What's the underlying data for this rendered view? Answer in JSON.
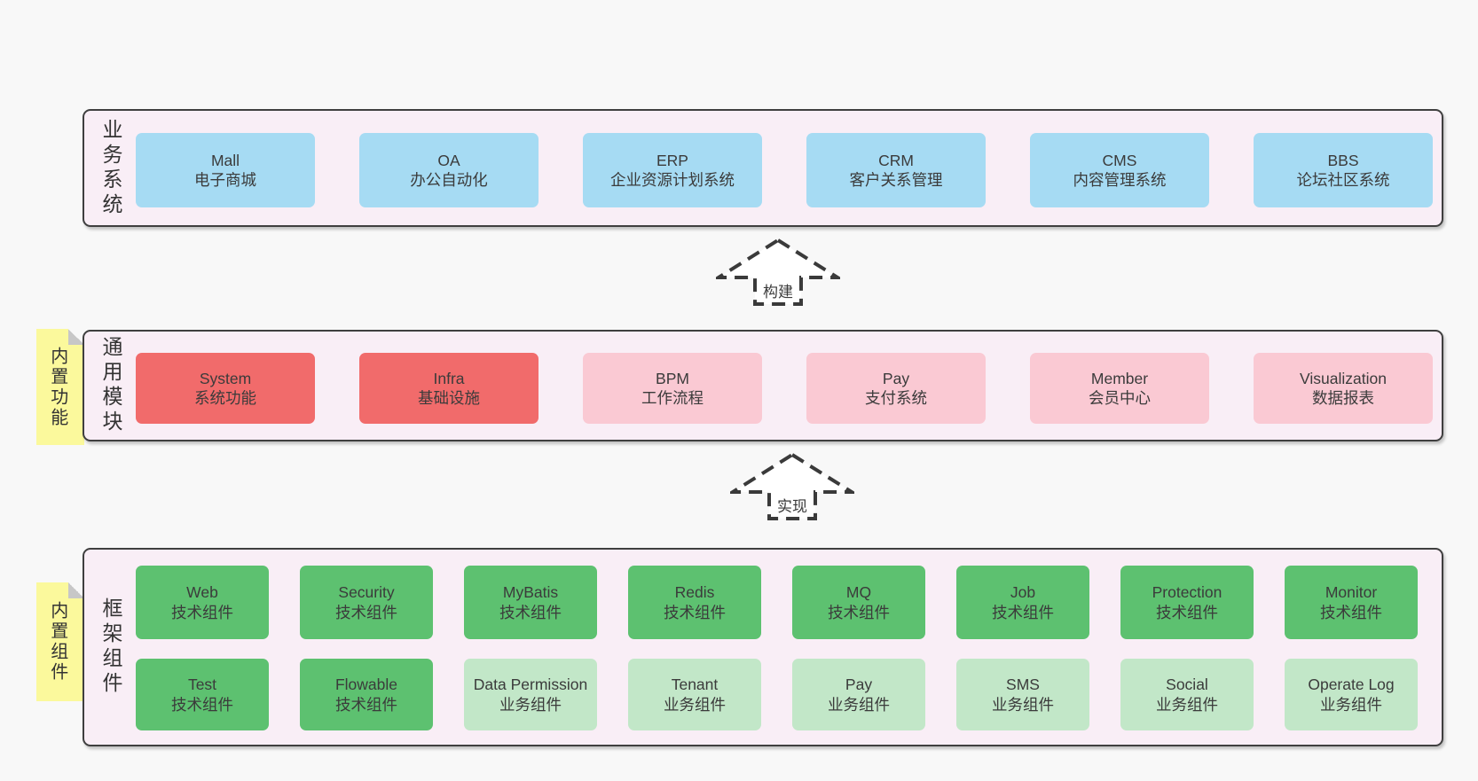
{
  "colors": {
    "page_bg": "#f8f8f8",
    "panel_bg": "#f9eef6",
    "panel_border": "#3f3f3f",
    "business_box_blue": "#a6dbf3",
    "module_core_box_red": "#f16b6b",
    "module_box_pink": "#fac9d3",
    "tech_component_green": "#5dc170",
    "biz_component_lightgreen": "#c2e7c8",
    "sticky_note_yellow": "#fbf99c",
    "text": "#3b3b3b"
  },
  "layers": [
    {
      "id": "business",
      "label": "业务系统",
      "rows": [
        [
          {
            "en": "Mall",
            "zh": "电子商城"
          },
          {
            "en": "OA",
            "zh": "办公自动化"
          },
          {
            "en": "ERP",
            "zh": "企业资源计划系统"
          },
          {
            "en": "CRM",
            "zh": "客户关系管理"
          },
          {
            "en": "CMS",
            "zh": "内容管理系统"
          },
          {
            "en": "BBS",
            "zh": "论坛社区系统"
          }
        ]
      ]
    },
    {
      "id": "modules",
      "label": "通用模块",
      "note": "内置功能",
      "rows": [
        [
          {
            "en": "System",
            "zh": "系统功能"
          },
          {
            "en": "Infra",
            "zh": "基础设施"
          },
          {
            "en": "BPM",
            "zh": "工作流程"
          },
          {
            "en": "Pay",
            "zh": "支付系统"
          },
          {
            "en": "Member",
            "zh": "会员中心"
          },
          {
            "en": "Visualization",
            "zh": "数据报表"
          }
        ]
      ]
    },
    {
      "id": "components",
      "label": "框架组件",
      "note": "内置组件",
      "rows": [
        [
          {
            "en": "Web",
            "zh": "技术组件"
          },
          {
            "en": "Security",
            "zh": "技术组件"
          },
          {
            "en": "MyBatis",
            "zh": "技术组件"
          },
          {
            "en": "Redis",
            "zh": "技术组件"
          },
          {
            "en": "MQ",
            "zh": "技术组件"
          },
          {
            "en": "Job",
            "zh": "技术组件"
          },
          {
            "en": "Protection",
            "zh": "技术组件"
          },
          {
            "en": "Monitor",
            "zh": "技术组件"
          }
        ],
        [
          {
            "en": "Test",
            "zh": "技术组件"
          },
          {
            "en": "Flowable",
            "zh": "技术组件"
          },
          {
            "en": "Data Permission",
            "zh": "业务组件"
          },
          {
            "en": "Tenant",
            "zh": "业务组件"
          },
          {
            "en": "Pay",
            "zh": "业务组件"
          },
          {
            "en": "SMS",
            "zh": "业务组件"
          },
          {
            "en": "Social",
            "zh": "业务组件"
          },
          {
            "en": "Operate Log",
            "zh": "业务组件"
          }
        ]
      ]
    }
  ],
  "arrows": [
    {
      "label": "构建"
    },
    {
      "label": "实现"
    }
  ]
}
